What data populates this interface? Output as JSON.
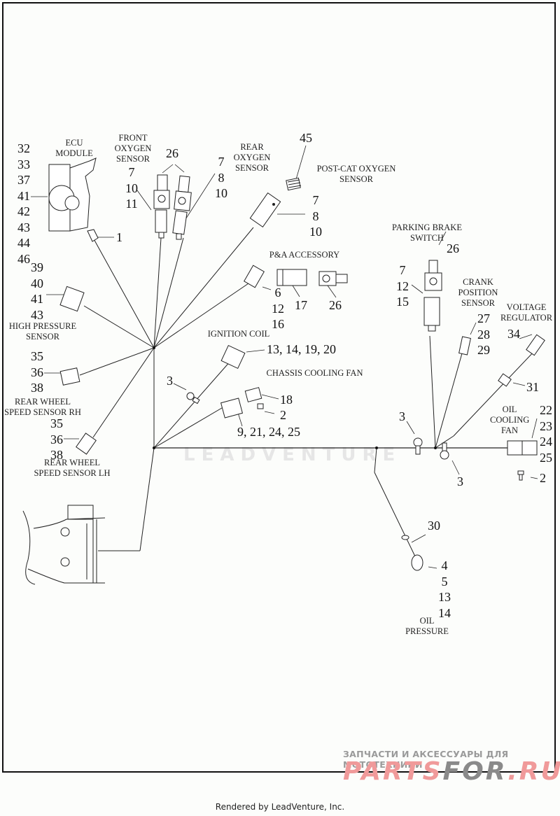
{
  "diagram": {
    "title": "Wiring Harness Diagram",
    "watermark": "LEADVENTURE",
    "components": {
      "ecu": {
        "label": [
          "ECU",
          "MODULE"
        ],
        "callouts": [
          "32",
          "33",
          "37",
          "41",
          "42",
          "43",
          "44",
          "46"
        ],
        "connector_callout": "1"
      },
      "front_o2": {
        "label": [
          "FRONT",
          "OXYGEN",
          "SENSOR"
        ],
        "left_callouts": [
          "7",
          "10",
          "11"
        ],
        "top_callout": "26",
        "right_callouts": [
          "7",
          "8",
          "10"
        ]
      },
      "rear_o2": {
        "label": [
          "REAR",
          "OXYGEN",
          "SENSOR"
        ],
        "callouts": [
          "7",
          "8",
          "10"
        ]
      },
      "post_cat_o2": {
        "label": [
          "POST-CAT OXYGEN",
          "SENSOR"
        ],
        "callout": "45"
      },
      "pa_accessory": {
        "label": "P&A ACCESSORY",
        "connector_callouts": [
          "6",
          "12",
          "16"
        ],
        "part_a": "17",
        "part_b": "26"
      },
      "high_pressure": {
        "label": [
          "HIGH PRESSURE",
          "SENSOR"
        ],
        "callouts": [
          "39",
          "40",
          "41",
          "43"
        ]
      },
      "rear_wheel_rh": {
        "label": [
          "REAR WHEEL",
          "SPEED SENSOR RH"
        ],
        "callouts": [
          "35",
          "36",
          "38"
        ]
      },
      "rear_wheel_lh": {
        "label": [
          "REAR WHEEL",
          "SPEED SENSOR LH"
        ],
        "callouts": [
          "35",
          "36",
          "38"
        ]
      },
      "ignition_coil": {
        "label": "IGNITION COIL",
        "callout": "13, 14, 19, 20"
      },
      "chassis_fan": {
        "label": "CHASSIS COOLING FAN",
        "callout_clip": "18",
        "callout_screw": "2",
        "callout_connector": "9, 21, 24, 25"
      },
      "clip_left": {
        "callout": "3"
      },
      "parking_brake": {
        "label": [
          "PARKING BRAKE",
          "SWITCH"
        ],
        "top_callout": "26",
        "callouts": [
          "7",
          "12",
          "15"
        ]
      },
      "crank_position": {
        "label": [
          "CRANK",
          "POSITION",
          "SENSOR"
        ],
        "callouts": [
          "27",
          "28",
          "29"
        ]
      },
      "voltage_regulator": {
        "label": [
          "VOLTAGE",
          "REGULATOR"
        ],
        "callout": "34",
        "grommet_callout": "31"
      },
      "oil_cooling_fan": {
        "label": [
          "OIL",
          "COOLING",
          "FAN"
        ],
        "callouts": [
          "22",
          "23",
          "24",
          "25"
        ],
        "screw_callout": "2"
      },
      "clip_mid": {
        "callout_a": "3",
        "callout_b": "3"
      },
      "oil_pressure": {
        "label": [
          "OIL",
          "PRESSURE"
        ],
        "callouts": [
          "4",
          "5",
          "13",
          "14"
        ],
        "grommet_callout": "30"
      }
    }
  },
  "branding": {
    "shop_tagline": "ЗАПЧАСТИ И АКСЕССУАРЫ ДЛЯ МОТОТЕХНИКИ",
    "shop_logo_a": "PARTS",
    "shop_logo_b": "FOR",
    "shop_logo_c": ".RU",
    "footer": "Rendered by LeadVenture, Inc."
  }
}
